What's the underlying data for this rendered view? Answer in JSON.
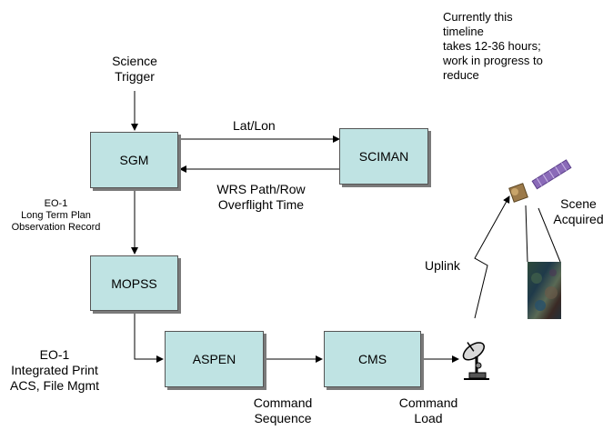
{
  "boxes": {
    "sgm": "SGM",
    "sciman": "SCIMAN",
    "mopss": "MOPSS",
    "aspen": "ASPEN",
    "cms": "CMS"
  },
  "labels": {
    "science_trigger": [
      "Science",
      "Trigger"
    ],
    "lat_lon": "Lat/Lon",
    "wrs": [
      "WRS Path/Row",
      "Overflight Time"
    ],
    "eo1_plan": [
      "EO-1",
      "Long Term Plan",
      "Observation Record"
    ],
    "eo1_integrated": [
      "EO-1",
      "Integrated Print",
      "ACS, File Mgmt"
    ],
    "command_sequence": [
      "Command",
      "Sequence"
    ],
    "command_load": [
      "Command",
      "Load"
    ],
    "uplink": "Uplink",
    "scene_acquired": [
      "Scene",
      "Acquired"
    ],
    "note": [
      "Currently this",
      "timeline",
      "takes 12-36 hours;",
      "work in progress to",
      "reduce"
    ]
  },
  "icons": [
    "satellite-icon",
    "ground-antenna-icon",
    "scene-image-icon"
  ],
  "colors": {
    "box_fill": "#bfe3e3",
    "box_border": "#555555"
  }
}
